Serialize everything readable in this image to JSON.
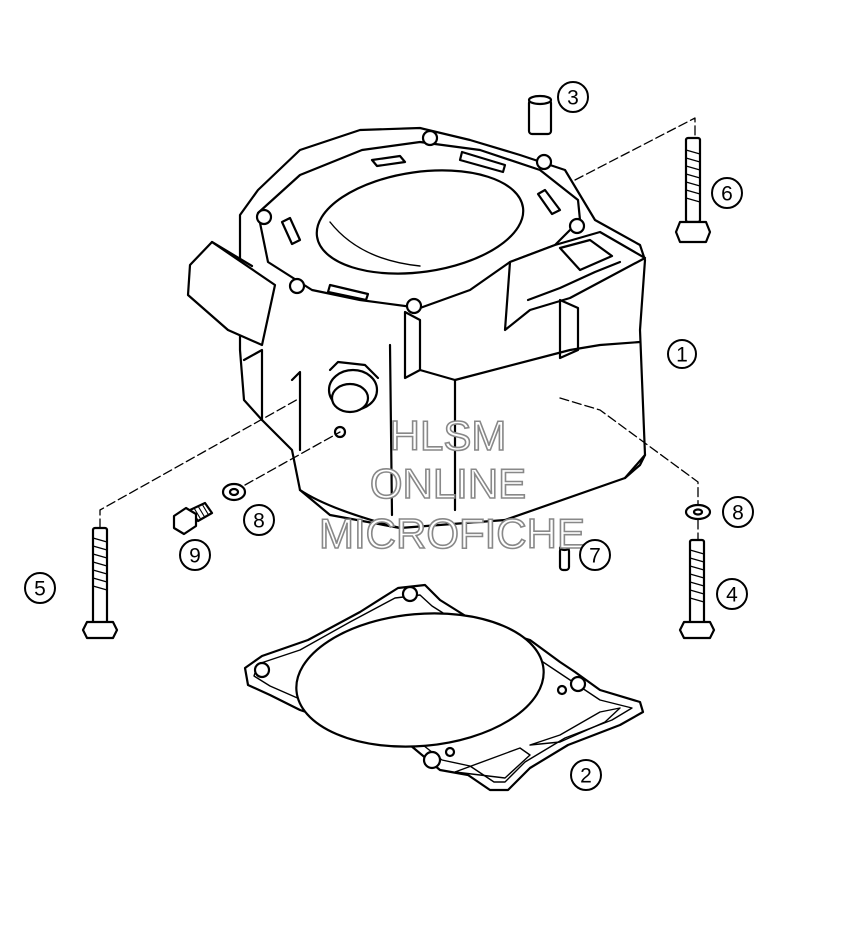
{
  "diagram": {
    "callouts": [
      {
        "id": "callout-1",
        "label": "1"
      },
      {
        "id": "callout-2",
        "label": "2"
      },
      {
        "id": "callout-3",
        "label": "3"
      },
      {
        "id": "callout-4",
        "label": "4"
      },
      {
        "id": "callout-5",
        "label": "5"
      },
      {
        "id": "callout-6",
        "label": "6"
      },
      {
        "id": "callout-7",
        "label": "7"
      },
      {
        "id": "callout-8a",
        "label": "8"
      },
      {
        "id": "callout-8b",
        "label": "8"
      },
      {
        "id": "callout-9",
        "label": "9"
      }
    ]
  },
  "watermark": {
    "line1": "HLSM",
    "line2": "ONLINE",
    "line3": "MICROFICHE"
  }
}
